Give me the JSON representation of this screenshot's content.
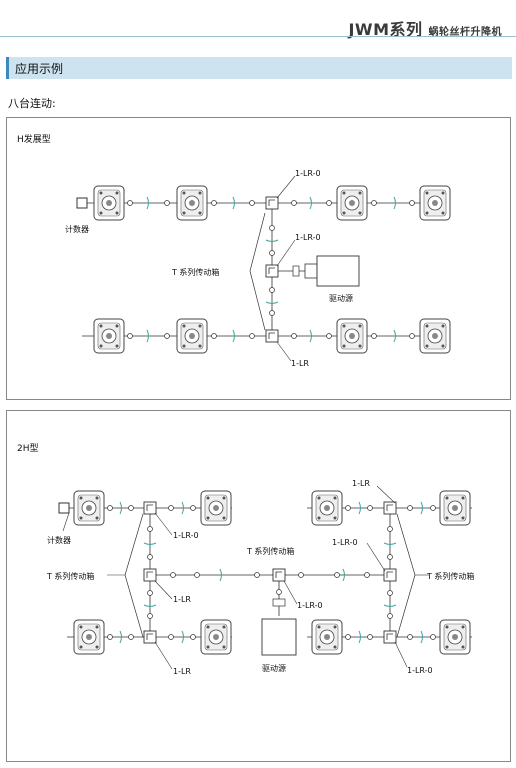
{
  "header": {
    "title": "JWM系列",
    "subtitle": "蜗轮丝杆升降机"
  },
  "section": {
    "title": "应用示例"
  },
  "intro": "八台连动:",
  "panel1": {
    "title": "H发展型",
    "labels": {
      "counter": "计数器",
      "gearbox": "T 系列传动箱",
      "drive": "驱动源",
      "lr0_top": "1-LR-0",
      "lr0_mid": "1-LR-0",
      "lr_bottom": "1-LR"
    }
  },
  "panel2": {
    "title": "2H型",
    "labels": {
      "counter": "计数器",
      "gearbox_left": "T 系列传动箱",
      "gearbox_center": "T 系列传动箱",
      "gearbox_right": "T 系列传动箱",
      "drive": "驱动源",
      "lr0_left": "1-LR-0",
      "lr_left": "1-LR",
      "lr_left_bottom": "1-LR",
      "lr_right_top": "1-LR",
      "lr0_right": "1-LR-0",
      "lr0_center": "1-LR-0",
      "lr0_right_bottom": "1-LR-0"
    }
  },
  "colors": {
    "accent": "#3f89b8",
    "bar": "#cde3f0",
    "arrow": "#3aa7a0"
  }
}
